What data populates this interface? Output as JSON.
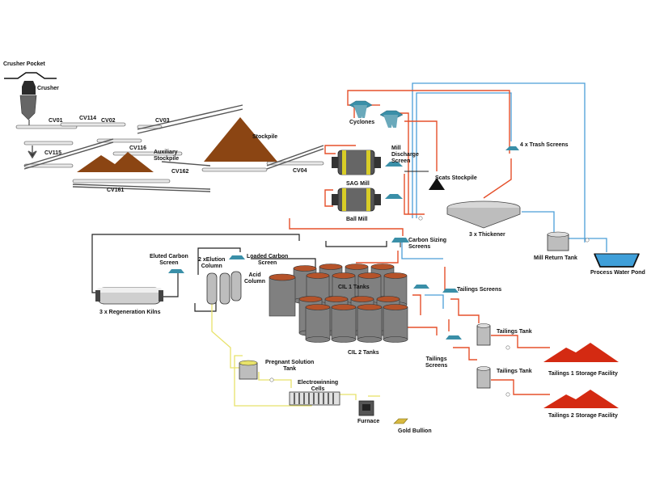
{
  "colors": {
    "slurry_line": "#e5502b",
    "water_line": "#4a9ed8",
    "solution_line": "#e8e26a",
    "carbon_line": "#222222",
    "tank_body": "#808080",
    "tank_top": "#b5532a",
    "ore_pile": "#8b4513",
    "tailings_pile": "#d42a12",
    "mill_yellow": "#f0e320",
    "screen_teal": "#3a8fa8",
    "water_pond": "#3f9fd9",
    "gold_bullion": "#d8b940"
  },
  "labels": {
    "crusher_pocket": "Crusher Pocket",
    "crusher": "Crusher",
    "cv01": "CV01",
    "cv114": "CV114",
    "cv02": "CV02",
    "cv03": "CV03",
    "cv115": "CV115",
    "cv116": "CV116",
    "auxiliary_stockpile": "Auxiliary\nStockpile",
    "stockpile": "Stockpile",
    "cv162": "CV162",
    "cv161": "CV161",
    "cv04": "CV04",
    "cyclones": "Cyclones",
    "mill_discharge_screen": "Mill\nDischarge\nScreen",
    "sag_mill": "SAG Mill",
    "ball_mill": "Ball Mill",
    "scats_stockpile": "Scats Stockpile",
    "trash_screens": "4 x Trash Screens",
    "thickener": "3 x Thickener",
    "mill_return_tank": "Mill Return Tank",
    "process_water_pond": "Process Water Pond",
    "carbon_sizing_screens": "Carbon Sizing\nScreens",
    "eluted_carbon_screen": "Eluted Carbon\nScreen",
    "elution_column": "2 xElution\nColumn",
    "loaded_carbon_screen": "Loaded Carbon\nScreen",
    "acid_column": "Acid\nColumn",
    "cil1_tanks": "CIL 1 Tanks",
    "cil2_tanks": "CIL 2 Tanks",
    "tailings_screens_upper": "Tailings Screens",
    "tailings_screens_lower": "Tailings\nScreens",
    "regeneration_kilns": "3 x Regeneration Kilns",
    "pregnant_solution_tank": "Pregnant Solution\nTank",
    "electrowinning_cells": "Electrowinning\nCells",
    "furnace": "Furnace",
    "gold_bullion": "Gold Bullion",
    "tailings_tank_1": "Tailings Tank",
    "tailings_tank_2": "Tailings Tank",
    "tailings1_facility": "Tailings 1 Storage Facility",
    "tailings2_facility": "Tailings 2 Storage Facility"
  }
}
